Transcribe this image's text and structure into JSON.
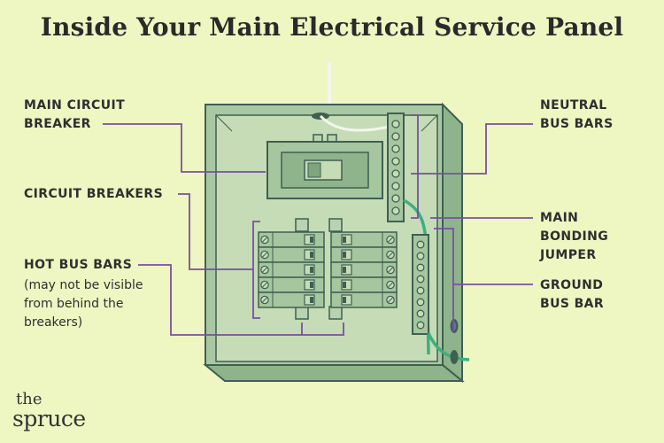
{
  "title": "Inside Your Main Electrical Service Panel",
  "labels": {
    "main_circuit_breaker": "MAIN CIRCUIT\nBREAKER",
    "circuit_breakers": "CIRCUIT BREAKERS",
    "hot_bus_bars": "HOT BUS BARS",
    "hot_bus_bars_note": "(may not be visible\nfrom behind the\nbreakers)",
    "neutral_bus_bars": "NEUTRAL\nBUS BARS",
    "main_bonding_jumper": "MAIN\nBONDING\nJUMPER",
    "ground_bus_bar": "GROUND\nBUS BAR"
  },
  "logo": {
    "line1": "the",
    "line2": "spruce"
  },
  "colors": {
    "background": "#eef6c2",
    "panel_outer": "#a9c8a2",
    "panel_inner": "#c5dcb6",
    "panel_stroke": "#3f5f52",
    "leader_line": "#7a4fa0",
    "wire_green": "#3fae7f",
    "wire_white": "#f4f6ec"
  }
}
